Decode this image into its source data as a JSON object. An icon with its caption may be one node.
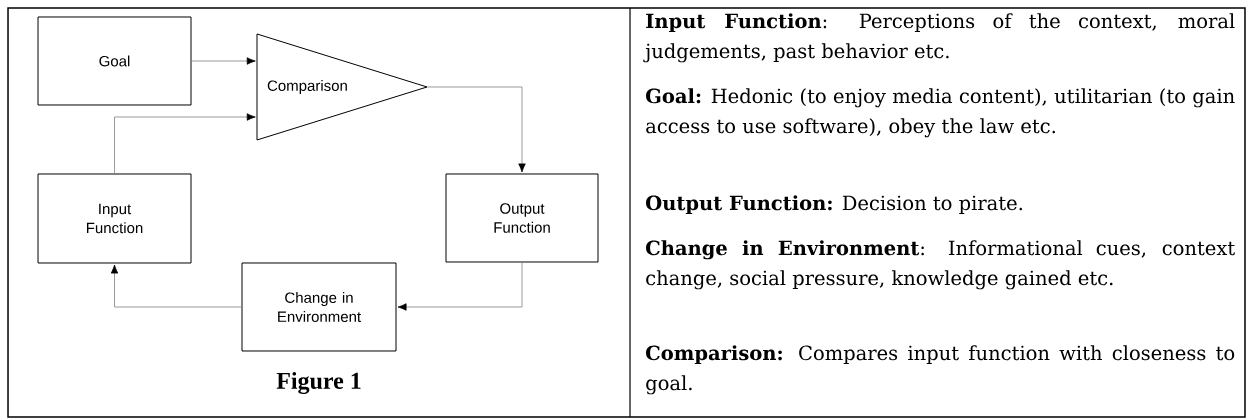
{
  "diagram": {
    "caption": "Figure 1",
    "nodes": [
      {
        "text": [
          "Goal"
        ]
      },
      {
        "text": [
          "Comparison"
        ]
      },
      {
        "text": [
          "Input Function"
        ]
      },
      {
        "text": [
          "Output Function"
        ]
      },
      {
        "text": [
          "Change in Environment"
        ]
      }
    ],
    "edges": [
      {
        "from": 0,
        "to": 1,
        "arrow": "to"
      },
      {
        "from": 2,
        "to": 1,
        "arrow": "to"
      },
      {
        "from": 1,
        "to": 3,
        "arrow": "to"
      },
      {
        "from": 3,
        "to": 4,
        "arrow": "to"
      },
      {
        "from": 4,
        "to": 2,
        "arrow": "to"
      }
    ],
    "labels": [
      "**Input Function**: Perceptions of the context, moral judgements, past behavior etc.",
      "**Goal:** Hedonic (to enjoy media content), utilitarian (to gain access to use software), obey the law etc.",
      "**Output Function:** Decision to pirate.",
      "**Change in Environment**: Informational cues, context change, social pressure, knowledge gained etc.",
      "**Comparison:** Compares input function with closeness to goal."
    ]
  }
}
